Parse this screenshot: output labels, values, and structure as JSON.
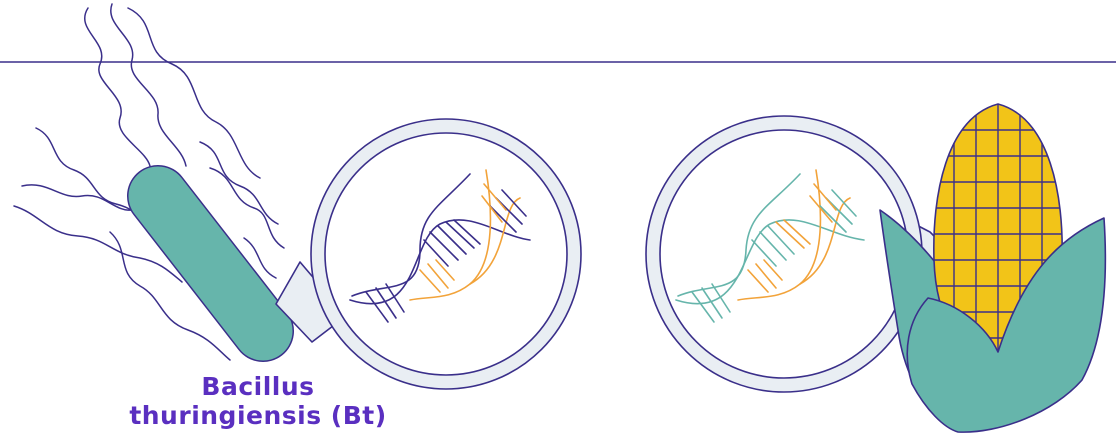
{
  "caption": {
    "line1": "Bacillus",
    "line2": "thuringiensis (Bt)"
  },
  "colors": {
    "outline": "#3a2f8a",
    "bacterium_fill": "#66b5ab",
    "lens_fill": "#ffffff",
    "lens_handle_fill": "#e9eef3",
    "dna_strand_dark": "#3a2f8a",
    "dna_strand_teal": "#66b5ab",
    "bt_gene_orange": "#f2a33a",
    "corn_kernel_yellow": "#f2c418",
    "husk_teal": "#66b5ab",
    "caption_text": "#5a2fc0"
  },
  "icons": {
    "bacterium": "rod-shaped-bacterium-with-flagella",
    "lens_left": "magnifying-glass-bacterial-dna",
    "lens_right": "magnifying-glass-corn-dna",
    "corn": "corn-cob-with-husk"
  }
}
